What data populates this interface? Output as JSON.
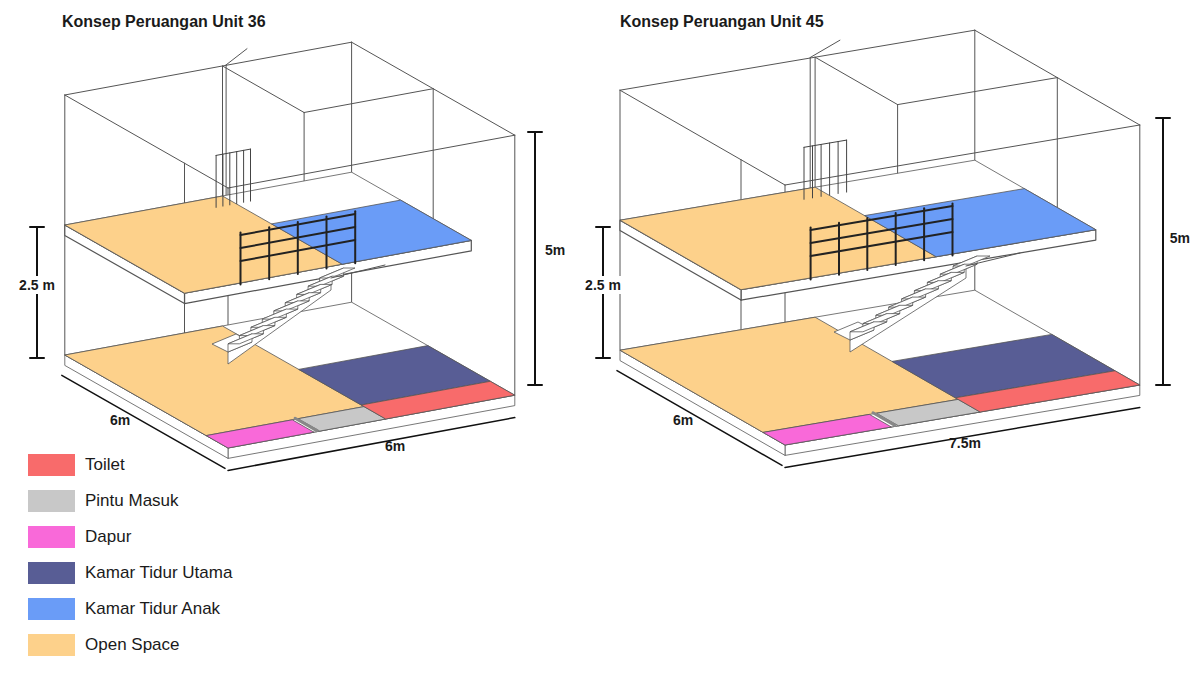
{
  "diagram": {
    "labels": [
      "Konsep Peruangan Unit 36",
      "2.5 m",
      "5m",
      "6m",
      "6m",
      "Konsep Peruangan Unit 45",
      "2.5 m",
      "5m",
      "6m",
      "7.5m"
    ],
    "legend": [
      {
        "text": "Toilet",
        "color": "#f86b6b"
      },
      {
        "text": "Pintu Masuk",
        "color": "#c8c8c8"
      },
      {
        "text": "Dapur",
        "color": "#f969d9"
      },
      {
        "text": "Kamar Tidur Utama",
        "color": "#585d95"
      },
      {
        "text": "Kamar Tidur Anak",
        "color": "#6a9cf7"
      },
      {
        "text": "Open Space",
        "color": "#fdd18b"
      }
    ]
  }
}
